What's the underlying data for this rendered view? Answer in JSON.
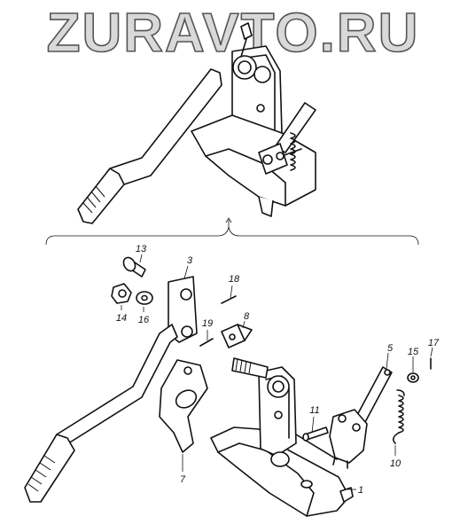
{
  "watermark": {
    "text": "ZURAVTO.RU",
    "color": "#d9d9d9",
    "stroke": "#555555"
  },
  "callouts": [
    {
      "id": "13",
      "label": "13"
    },
    {
      "id": "3",
      "label": "3"
    },
    {
      "id": "18",
      "label": "18"
    },
    {
      "id": "14",
      "label": "14"
    },
    {
      "id": "16",
      "label": "16"
    },
    {
      "id": "19",
      "label": "19"
    },
    {
      "id": "8",
      "label": "8"
    },
    {
      "id": "5",
      "label": "5"
    },
    {
      "id": "15",
      "label": "15"
    },
    {
      "id": "17",
      "label": "17"
    },
    {
      "id": "11",
      "label": "11"
    },
    {
      "id": "10",
      "label": "10"
    },
    {
      "id": "7",
      "label": "7"
    },
    {
      "id": "1",
      "label": "1"
    }
  ]
}
